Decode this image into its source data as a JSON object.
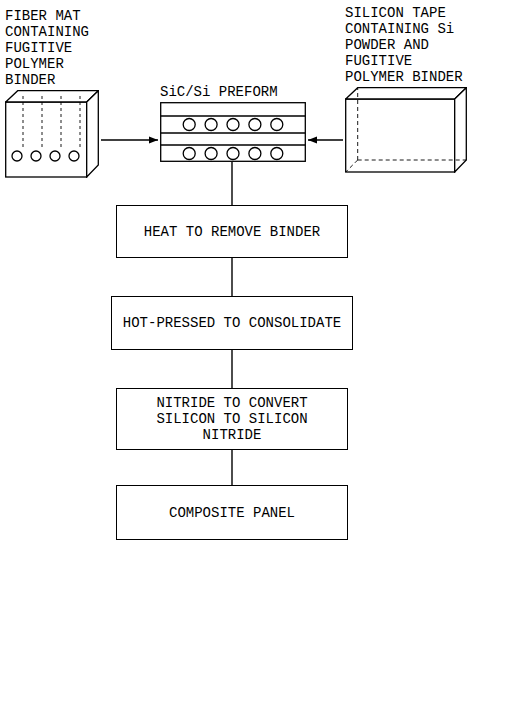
{
  "diagram": {
    "nodes": [
      {
        "text": [
          "FIBER MAT CONTAINING FUGITIVE POLYMER BINDER"
        ]
      },
      {
        "text": [
          "SILICON TAPE CONTAINING Si POWDER AND FUGITIVE POLYMER BINDER"
        ]
      },
      {
        "text": [
          "SiC/Si PREFORM"
        ]
      },
      {
        "text": [
          "HEAT TO REMOVE BINDER"
        ]
      },
      {
        "text": [
          "HOT-PRESSED TO CONSOLIDATE"
        ]
      },
      {
        "text": [
          "NITRIDE TO CONVERT SILICON TO SILICON NITRIDE"
        ]
      },
      {
        "text": [
          "COMPOSITE PANEL"
        ]
      }
    ],
    "edges": [
      {
        "from": 0,
        "to": 2,
        "arrow": "to"
      },
      {
        "from": 1,
        "to": 2,
        "arrow": "to"
      },
      {
        "from": 2,
        "to": 3,
        "arrow": "none"
      },
      {
        "from": 3,
        "to": 4,
        "arrow": "none"
      },
      {
        "from": 4,
        "to": 5,
        "arrow": "none"
      },
      {
        "from": 5,
        "to": 6,
        "arrow": "none"
      }
    ]
  }
}
